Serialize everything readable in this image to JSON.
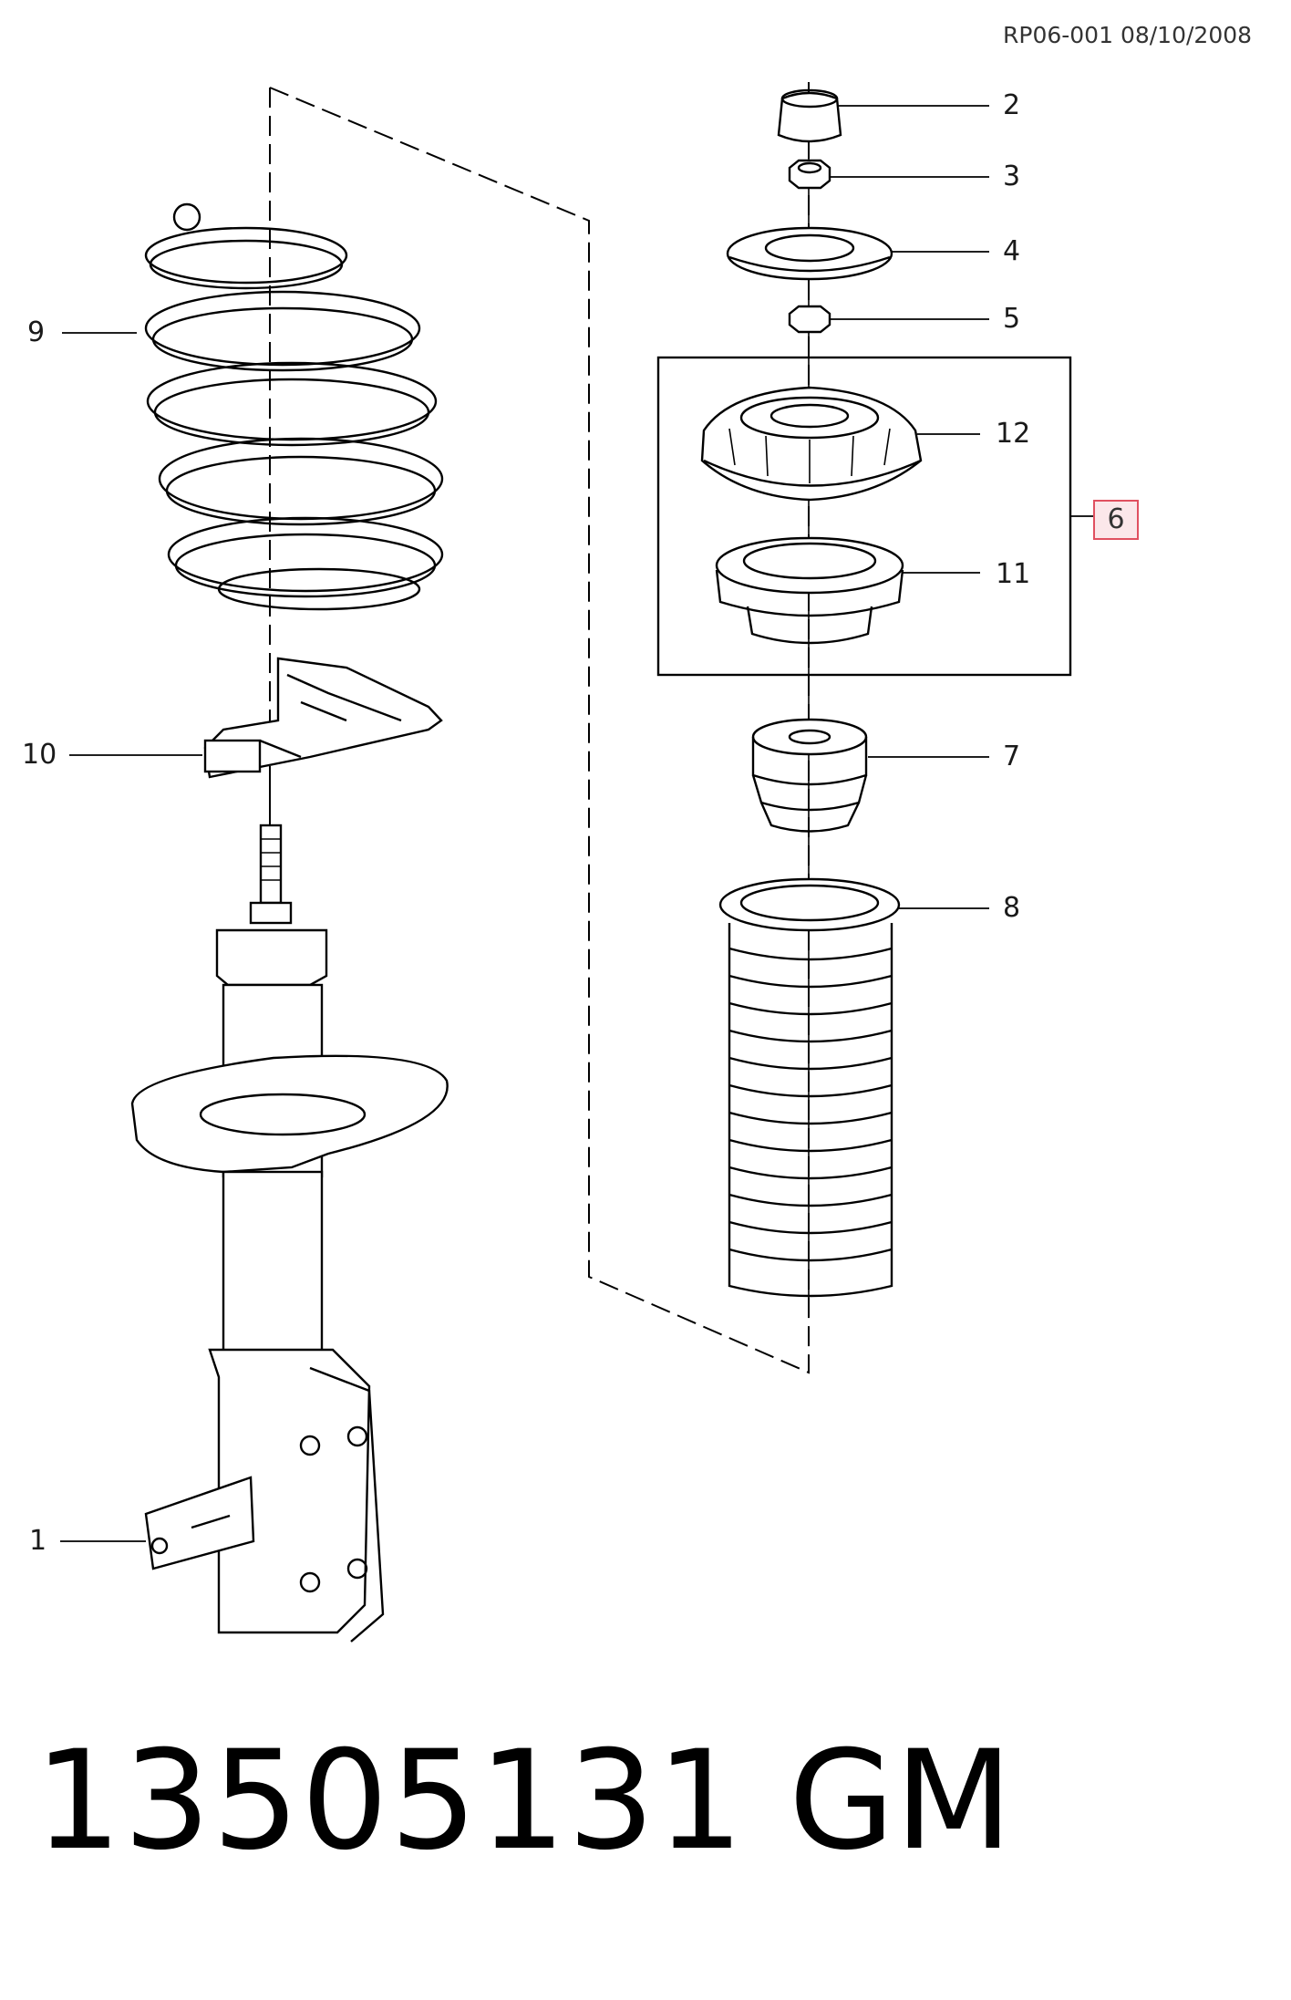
{
  "reference": "RP06-001 08/10/2008",
  "callouts": [
    "1",
    "2",
    "3",
    "4",
    "5",
    "6",
    "7",
    "8",
    "9",
    "10",
    "11",
    "12"
  ],
  "part_number": "13505131",
  "brand": "GM",
  "colors": {
    "line": "#000000",
    "highlight_border": "#e05060",
    "highlight_fill": "#fbe7ea"
  }
}
